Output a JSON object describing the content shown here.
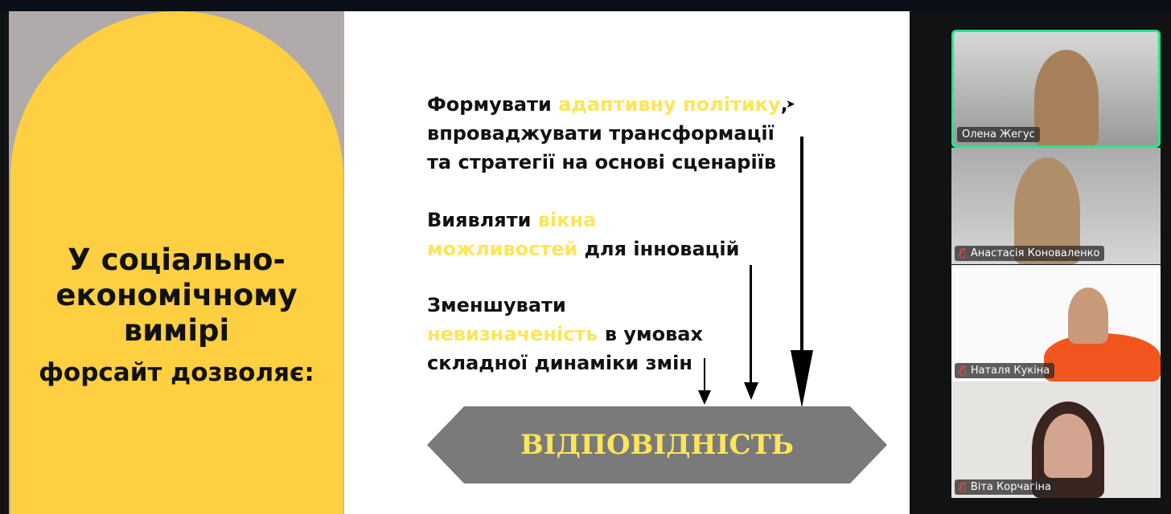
{
  "slide": {
    "left_title": [
      "У соціально-",
      "економічному",
      "вимірі"
    ],
    "left_subtitle": "форсайт дозволяє:",
    "block1": {
      "w1": "Формувати ",
      "hl": "адаптивну політику",
      "w2": ",",
      "line2": "впроваджувати трансформації",
      "line3": "та стратегії на основі сценаріїв"
    },
    "block2": {
      "w1": "Виявляти ",
      "hl1": "вікна",
      "hl2": "можливостей",
      "w2": " для інновацій"
    },
    "block3": {
      "line1": "Зменшувати",
      "hl": "невизначеність",
      "w2": " в умовах",
      "line3": "складної динаміки змін"
    },
    "banner": "ВІДПОВІДНІСТЬ"
  },
  "participants": [
    {
      "name": "Олена Жегус",
      "muted": false,
      "active": true
    },
    {
      "name": "Анастасія Коноваленко",
      "muted": true
    },
    {
      "name": "Наталя Кукіна",
      "muted": true
    },
    {
      "name": "Віта Корчагіна",
      "muted": true
    }
  ],
  "colors": {
    "accent": "#fecf40",
    "highlight": "#fde55a",
    "active_border": "#1ee88a"
  }
}
